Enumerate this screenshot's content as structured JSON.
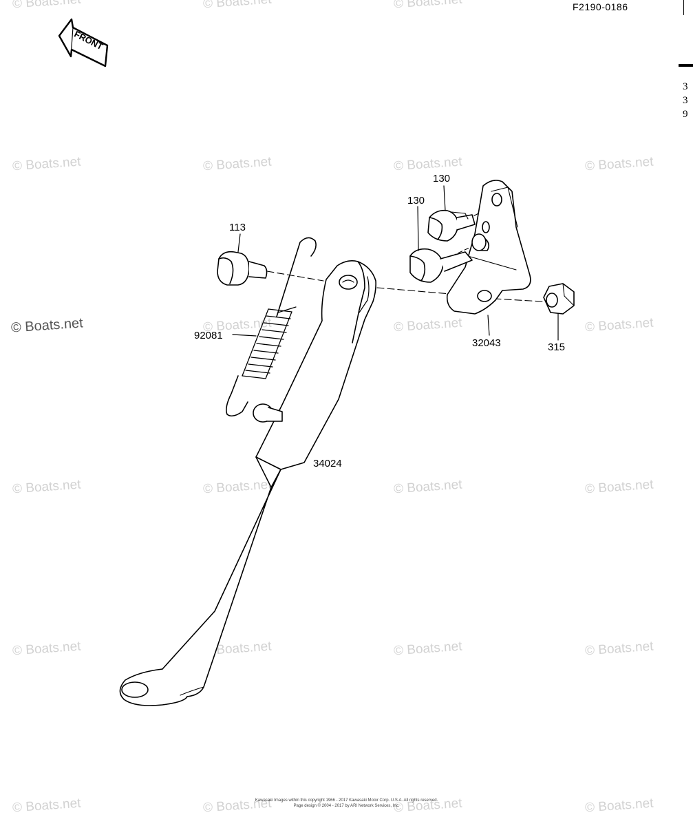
{
  "figure_code": "F2190-0186",
  "front_label": "FRONT",
  "edge_text": [
    "3",
    "3",
    "9"
  ],
  "watermark": "© Boats.net",
  "parts": [
    {
      "number": "130",
      "name": "bolt-upper"
    },
    {
      "number": "130",
      "name": "bolt-lower"
    },
    {
      "number": "113",
      "name": "pivot-bolt"
    },
    {
      "number": "92081",
      "name": "spring"
    },
    {
      "number": "32043",
      "name": "bracket"
    },
    {
      "number": "315",
      "name": "nut"
    },
    {
      "number": "34024",
      "name": "side-stand"
    }
  ],
  "credits": [
    "Kawasaki Images within this copyright 1966 - 2017 Kawasaki Motor Corp. U.S.A. All rights reserved.",
    "Page design © 2004 - 2017 by ARI Network Services, Inc."
  ]
}
